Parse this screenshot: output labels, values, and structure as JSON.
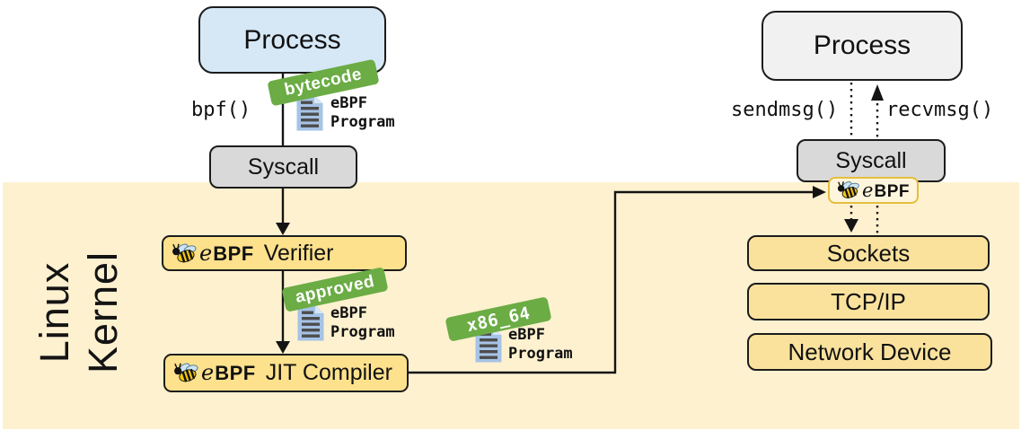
{
  "kernel": {
    "label_line1": "Linux",
    "label_line2": "Kernel"
  },
  "loader_flow": {
    "process_label": "Process",
    "bpf_call_label": "bpf()",
    "bytecode_badge": "bytecode",
    "syscall_label": "Syscall",
    "verifier_label": "Verifier",
    "approved_badge": "approved",
    "jit_label": "JIT Compiler",
    "arch_badge": "x86_64",
    "doc_label_line1": "eBPF",
    "doc_label_line2": "Program"
  },
  "network_flow": {
    "process_label": "Process",
    "sendmsg_label": "sendmsg()",
    "recvmsg_label": "recvmsg()",
    "syscall_label": "Syscall",
    "sockets_label": "Sockets",
    "tcpip_label": "TCP/IP",
    "network_device_label": "Network Device"
  },
  "ebpf_logo": {
    "e": "e",
    "bpf": "BPF"
  },
  "icons": {
    "bee": "ebpf-bee-icon",
    "document": "ebpf-program-document-icon"
  },
  "colors": {
    "kernel_background": "#fdf1d0",
    "kernel_box_yellow": "#fde18c",
    "network_box_yellow": "#fae29d",
    "process_blue": "#d6e8f6",
    "process_gray": "#f1f1f1",
    "syscall_gray": "#d9d9d9",
    "ribbon_green": "#6bac45",
    "document_blue": "#a6c3e6",
    "chip_border_gold": "#e5be3d",
    "line_black": "#141414"
  }
}
